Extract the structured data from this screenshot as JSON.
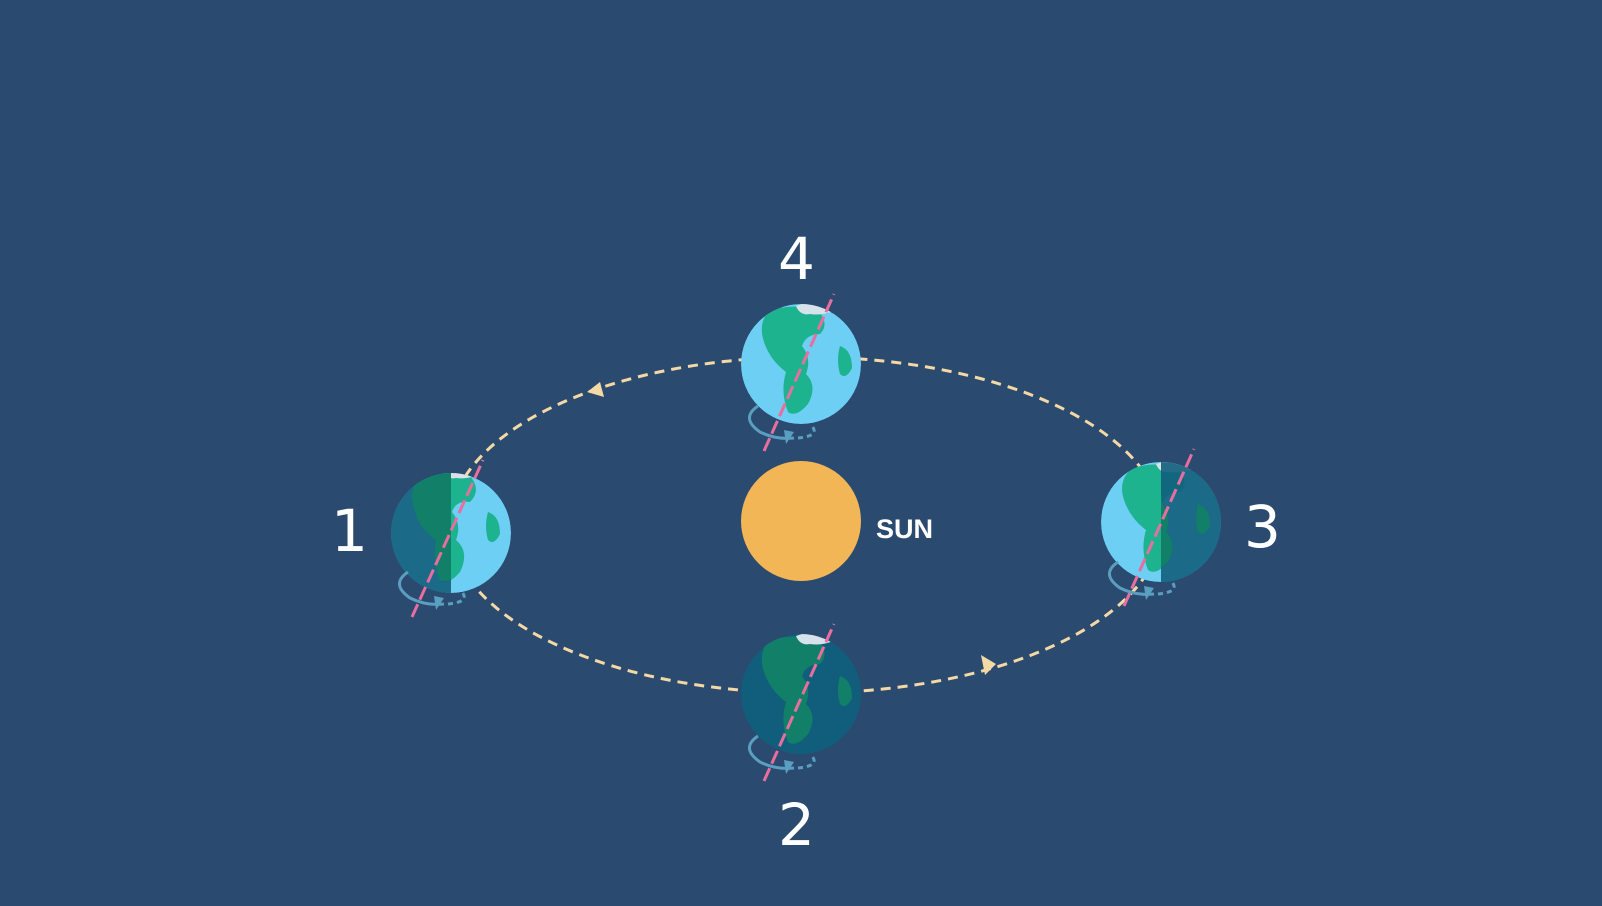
{
  "diagram": {
    "sun_label": "SUN",
    "positions": [
      {
        "number": "1",
        "lit_side": "right"
      },
      {
        "number": "2",
        "lit_side": "none"
      },
      {
        "number": "3",
        "lit_side": "left"
      },
      {
        "number": "4",
        "lit_side": "full"
      }
    ],
    "orbit_direction": "counterclockwise"
  },
  "colors": {
    "background": "#2b4a6f",
    "sun": "#f2b657",
    "orbit": "#f4d9a6",
    "ocean_lit": "#6ecff5",
    "ocean_dark": "#115e7c",
    "land_lit": "#1db38f",
    "land_dark": "#128068",
    "axis": "#e86ea0",
    "rotation_arrow": "#5a9ec0",
    "ice": "#d8e2ea"
  }
}
